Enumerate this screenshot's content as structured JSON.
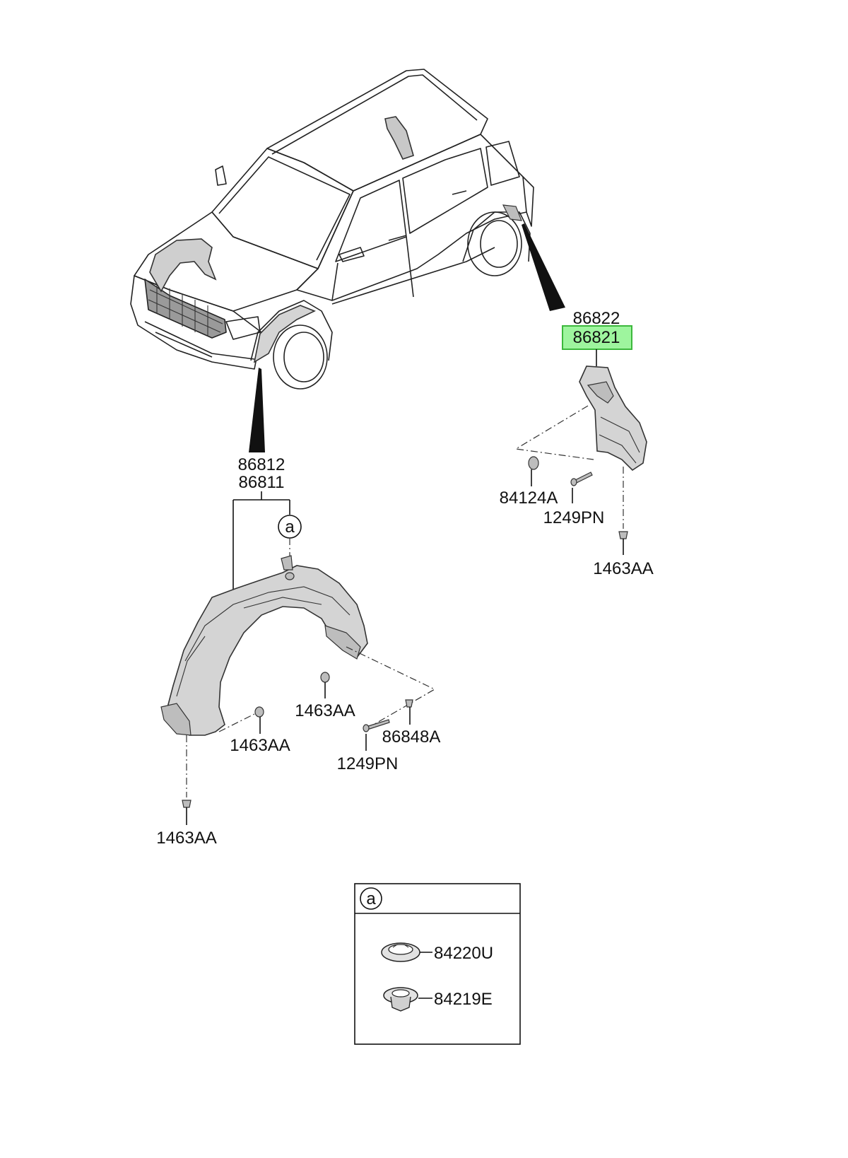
{
  "colors": {
    "highlight_fill": "#9ef59e",
    "highlight_stroke": "#3cb83c",
    "part_fill": "#d4d4d4",
    "line": "#111111"
  },
  "labels": {
    "rear_upper": "86822",
    "rear_lower": "86821",
    "rear_clip": "84124A",
    "rear_screw": "1249PN",
    "rear_bolt": "1463AA",
    "front_upper": "86812",
    "front_lower": "86811",
    "front_bolt_mid": "1463AA",
    "front_bolt_left": "1463AA",
    "front_bolt_bottom": "1463AA",
    "front_clip": "86848A",
    "front_screw": "1249PN",
    "callout_ref": "a"
  },
  "legend": {
    "header": "a",
    "items": [
      {
        "code": "84220U",
        "icon": "flat-clip-icon"
      },
      {
        "code": "84219E",
        "icon": "push-clip-icon"
      }
    ]
  }
}
